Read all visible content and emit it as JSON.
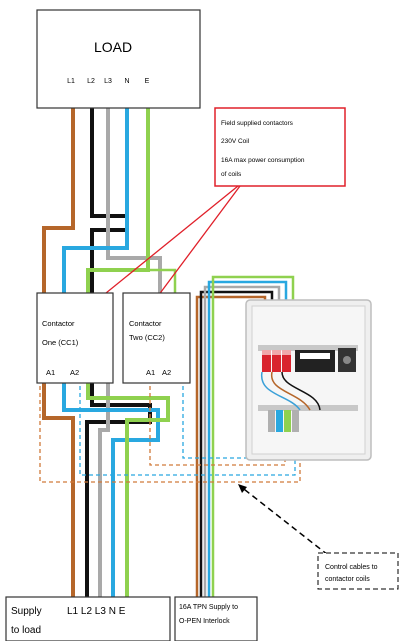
{
  "load": {
    "title": "LOAD",
    "terminals": [
      "L1",
      "L2",
      "L3",
      "N",
      "E"
    ]
  },
  "callout": {
    "lines": [
      "Field supplied contactors",
      "230V Coil",
      "16A max power consumption",
      "of coils"
    ]
  },
  "contactor_one": {
    "name_line1": "Contactor",
    "name_line2": "One (CC1)",
    "a1": "A1",
    "a2": "A2"
  },
  "contactor_two": {
    "name_line1": "Contactor",
    "name_line2": "Two (CC2)",
    "a1": "A1",
    "a2": "A2"
  },
  "control_note": {
    "line1": "Control cables to",
    "line2": "contactor coils"
  },
  "supply_box": {
    "title": "Supply",
    "subtitle": "to load",
    "terminals": "L1 L2 L3 N E"
  },
  "tpn_box": {
    "line1": "16A TPN Supply to",
    "line2": "O-PEN Interlock"
  },
  "colors": {
    "L1": "#b5662a",
    "L2": "#111111",
    "L3": "#a9a9a9",
    "N": "#29a8e0",
    "E": "#8fd14f",
    "callout_border": "#e0202a"
  }
}
